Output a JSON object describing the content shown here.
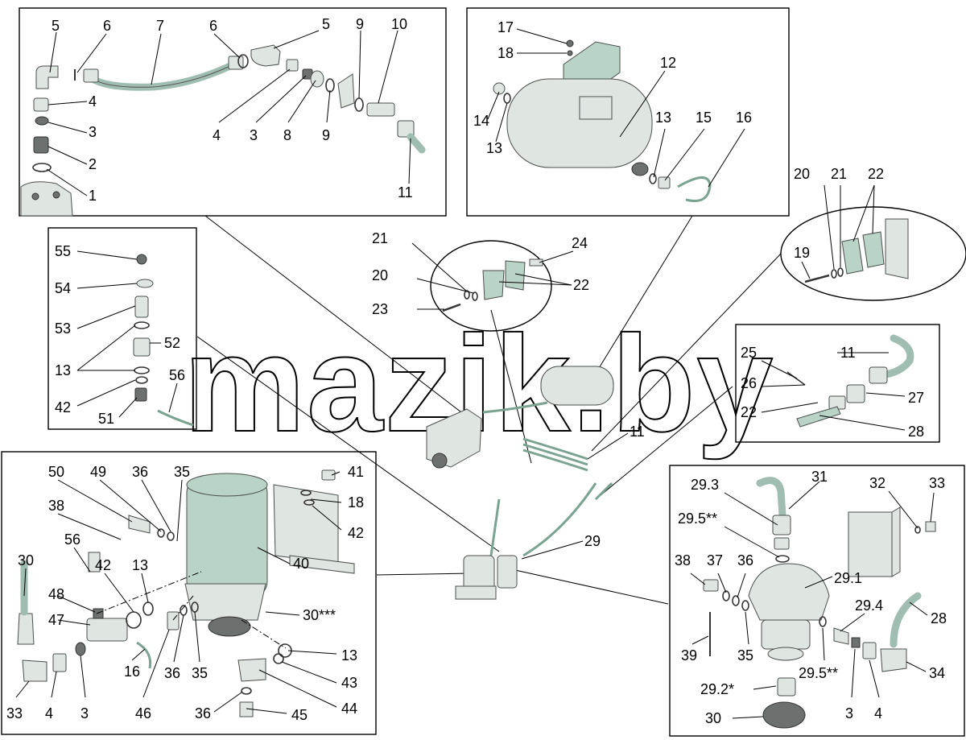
{
  "watermark": "mazik.by",
  "labels": {
    "p1": [
      "5",
      "6",
      "7",
      "6",
      "5",
      "9",
      "10",
      "4",
      "3",
      "2",
      "1",
      "4",
      "3",
      "8",
      "9",
      "11"
    ],
    "p2": [
      "17",
      "18",
      "12",
      "14",
      "13",
      "13",
      "15",
      "16"
    ],
    "p3": [
      "20",
      "21",
      "22",
      "19"
    ],
    "p4": [
      "55",
      "54",
      "53",
      "52",
      "13",
      "42",
      "51",
      "56"
    ],
    "p5": [
      "21",
      "24",
      "20",
      "22",
      "23"
    ],
    "p6": [
      "25",
      "11",
      "26",
      "27",
      "22",
      "28"
    ],
    "center": [
      "11",
      "29"
    ],
    "p7": [
      "50",
      "49",
      "36",
      "35",
      "41",
      "38",
      "18",
      "42",
      "30",
      "56",
      "42",
      "13",
      "40",
      "48",
      "47",
      "30***",
      "13",
      "43",
      "33",
      "4",
      "3",
      "16",
      "46",
      "36",
      "35",
      "44",
      "36",
      "45"
    ],
    "p8": [
      "29.3",
      "31",
      "32",
      "33",
      "29.5**",
      "29.1",
      "38",
      "37",
      "36",
      "29.4",
      "28",
      "39",
      "35",
      "29.5**",
      "34",
      "3",
      "4",
      "29.2*",
      "30"
    ]
  }
}
